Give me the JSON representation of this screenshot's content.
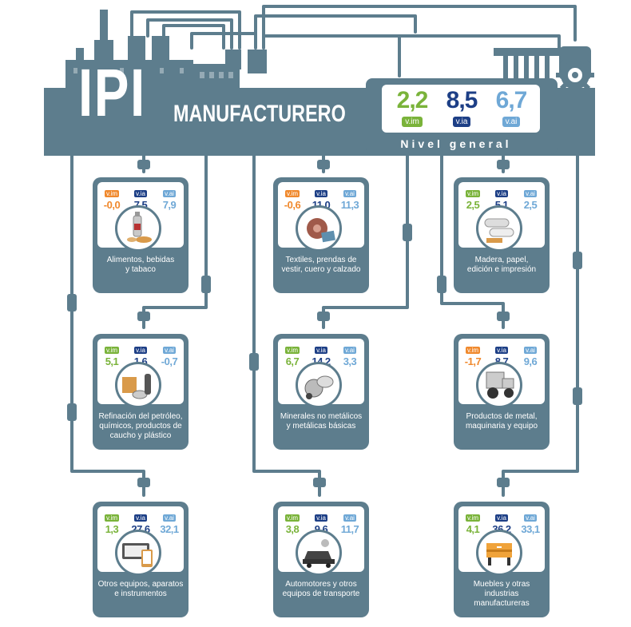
{
  "header": {
    "title_main": "IPI",
    "title_sub": "MANUFACTURERO",
    "general_label": "Nivel general",
    "general": [
      {
        "value": "2,2",
        "tag": "v.im"
      },
      {
        "value": "8,5",
        "tag": "v.ia"
      },
      {
        "value": "6,7",
        "tag": "v.ai"
      }
    ]
  },
  "colors": {
    "pipe": "#5d7d8d",
    "v_im": "#7ab33a",
    "v_ia": "#1d3f86",
    "v_ai": "#6fa8d6",
    "negative": "#f0892d"
  },
  "sectors": [
    {
      "label_lines": [
        "Alimentos, bebidas",
        "y tabaco"
      ],
      "icon": "food-drink-icon",
      "values": [
        {
          "tag": "v.im",
          "value": "-0,0"
        },
        {
          "tag": "v.ia",
          "value": "7,5"
        },
        {
          "tag": "v.ai",
          "value": "7,9"
        }
      ]
    },
    {
      "label_lines": [
        "Textiles, prendas de",
        "vestir, cuero y calzado"
      ],
      "icon": "textile-icon",
      "values": [
        {
          "tag": "v.im",
          "value": "-0,6"
        },
        {
          "tag": "v.ia",
          "value": "11,0"
        },
        {
          "tag": "v.ai",
          "value": "11,3"
        }
      ]
    },
    {
      "label_lines": [
        "Madera, papel,",
        "edición e impresión"
      ],
      "icon": "paper-icon",
      "values": [
        {
          "tag": "v.im",
          "value": "2,5"
        },
        {
          "tag": "v.ia",
          "value": "5,1"
        },
        {
          "tag": "v.ai",
          "value": "2,5"
        }
      ]
    },
    {
      "label_lines": [
        "Refinación del petróleo,",
        "químicos, productos de",
        "caucho y plástico"
      ],
      "icon": "chemicals-icon",
      "values": [
        {
          "tag": "v.im",
          "value": "5,1"
        },
        {
          "tag": "v.ia",
          "value": "1,6"
        },
        {
          "tag": "v.ai",
          "value": "-0,7"
        }
      ]
    },
    {
      "label_lines": [
        "Minerales no metálicos",
        "y metálicas básicas"
      ],
      "icon": "mixer-icon",
      "values": [
        {
          "tag": "v.im",
          "value": "6,7"
        },
        {
          "tag": "v.ia",
          "value": "14,2"
        },
        {
          "tag": "v.ai",
          "value": "3,3"
        }
      ]
    },
    {
      "label_lines": [
        "Productos de metal,",
        "maquinaria y equipo"
      ],
      "icon": "tractor-icon",
      "values": [
        {
          "tag": "v.im",
          "value": "-1,7"
        },
        {
          "tag": "v.ia",
          "value": "8,7"
        },
        {
          "tag": "v.ai",
          "value": "9,6"
        }
      ]
    },
    {
      "label_lines": [
        "Otros equipos, aparatos",
        "e instrumentos"
      ],
      "icon": "devices-icon",
      "values": [
        {
          "tag": "v.im",
          "value": "1,3"
        },
        {
          "tag": "v.ia",
          "value": "27,6"
        },
        {
          "tag": "v.ai",
          "value": "32,1"
        }
      ]
    },
    {
      "label_lines": [
        "Automotores y otros",
        "equipos de transporte"
      ],
      "icon": "car-icon",
      "values": [
        {
          "tag": "v.im",
          "value": "3,8"
        },
        {
          "tag": "v.ia",
          "value": "9,6"
        },
        {
          "tag": "v.ai",
          "value": "11,7"
        }
      ]
    },
    {
      "label_lines": [
        "Muebles y otras industrias",
        "manufactureras"
      ],
      "icon": "furniture-icon",
      "values": [
        {
          "tag": "v.im",
          "value": "4,1"
        },
        {
          "tag": "v.ia",
          "value": "36,2"
        },
        {
          "tag": "v.ai",
          "value": "33,1"
        }
      ]
    }
  ]
}
